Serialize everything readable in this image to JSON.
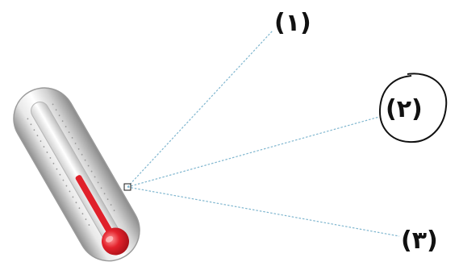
{
  "diagram": {
    "labels": [
      {
        "id": "label-1",
        "text": "(١)"
      },
      {
        "id": "label-2",
        "text": "(٢)"
      },
      {
        "id": "label-3",
        "text": "(٣)"
      }
    ],
    "circled_label": "label-2",
    "colors": {
      "leader_line": "#7fb6cf",
      "tube_light": "#f4f4f4",
      "tube_mid": "#cfcfcf",
      "tube_dark": "#8f8f8f",
      "liquid": "#e0202a",
      "liquid_highlight": "#ff8a8a",
      "ink": "#111111"
    },
    "icons": [
      "thermometer-icon"
    ]
  }
}
